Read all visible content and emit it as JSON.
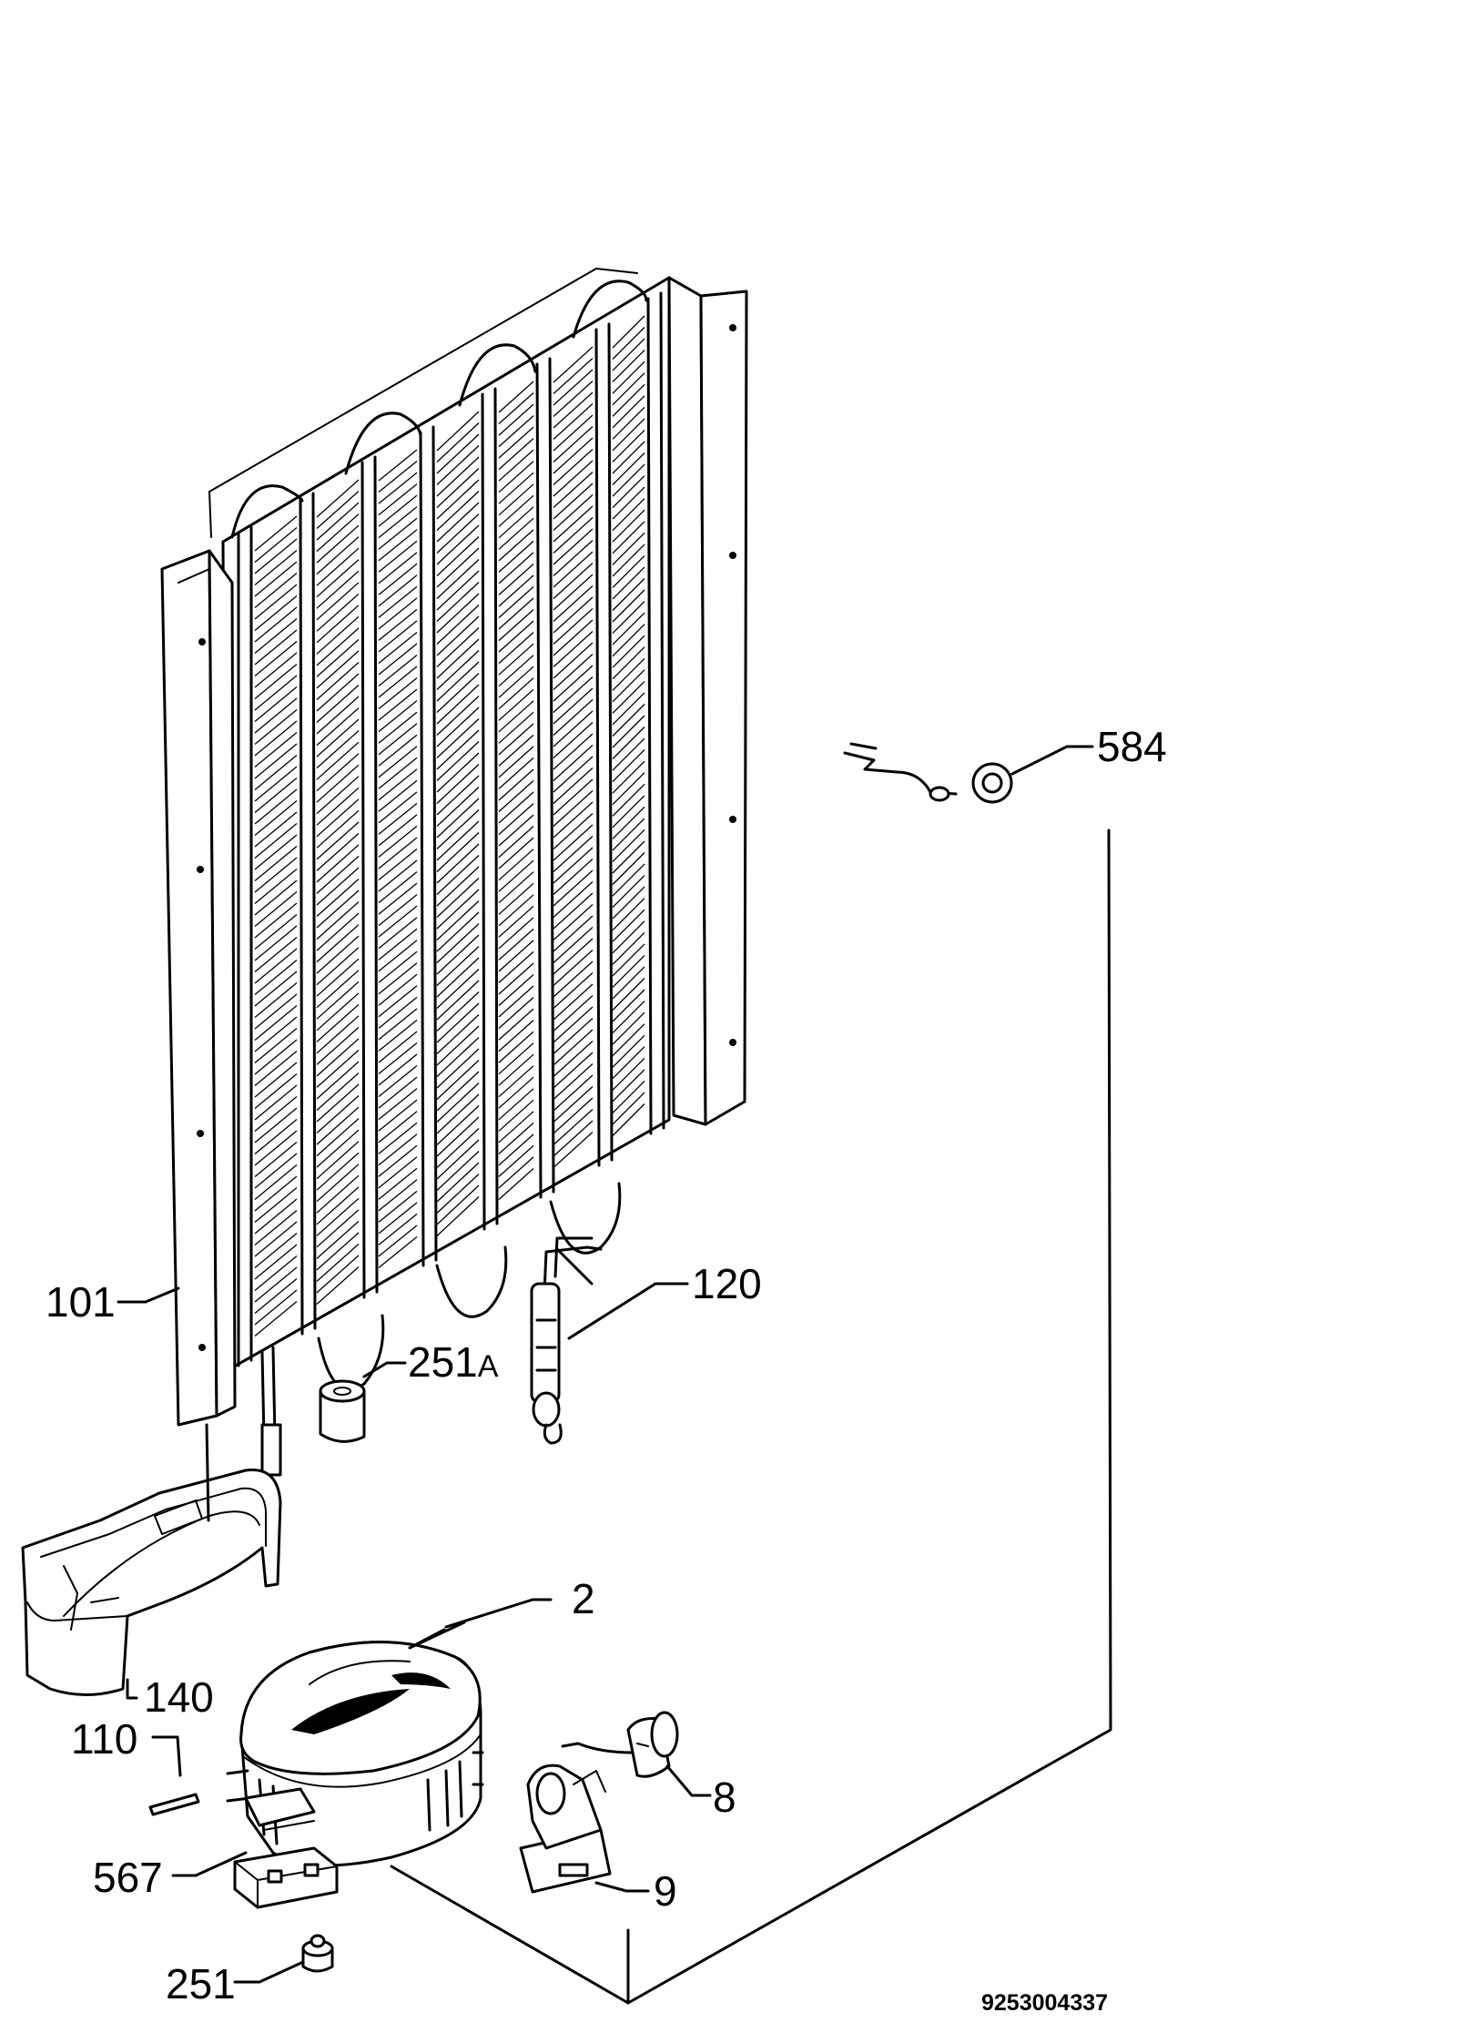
{
  "diagram": {
    "document_number": "9253004337",
    "callouts": [
      {
        "id": "101",
        "text": "101"
      },
      {
        "id": "120",
        "text": "120"
      },
      {
        "id": "251a",
        "text": "251",
        "suffix": "A"
      },
      {
        "id": "584",
        "text": "584"
      },
      {
        "id": "140",
        "text": "140"
      },
      {
        "id": "2",
        "text": "2"
      },
      {
        "id": "110",
        "text": "110"
      },
      {
        "id": "8",
        "text": "8"
      },
      {
        "id": "567",
        "text": "567"
      },
      {
        "id": "9",
        "text": "9"
      },
      {
        "id": "251",
        "text": "251"
      }
    ],
    "parts": [
      {
        "number": "101",
        "icon": "condenser-icon"
      },
      {
        "number": "120",
        "icon": "filter-drier-icon"
      },
      {
        "number": "251A",
        "icon": "rubber-grommet-icon"
      },
      {
        "number": "584",
        "icon": "thermal-sensor-icon"
      },
      {
        "number": "140",
        "icon": "drip-tray-icon"
      },
      {
        "number": "2",
        "icon": "compressor-icon"
      },
      {
        "number": "110",
        "icon": "pin-icon"
      },
      {
        "number": "8",
        "icon": "relay-icon"
      },
      {
        "number": "567",
        "icon": "mounting-plate-icon"
      },
      {
        "number": "9",
        "icon": "overload-protector-icon"
      },
      {
        "number": "251",
        "icon": "foot-grommet-icon"
      }
    ]
  }
}
